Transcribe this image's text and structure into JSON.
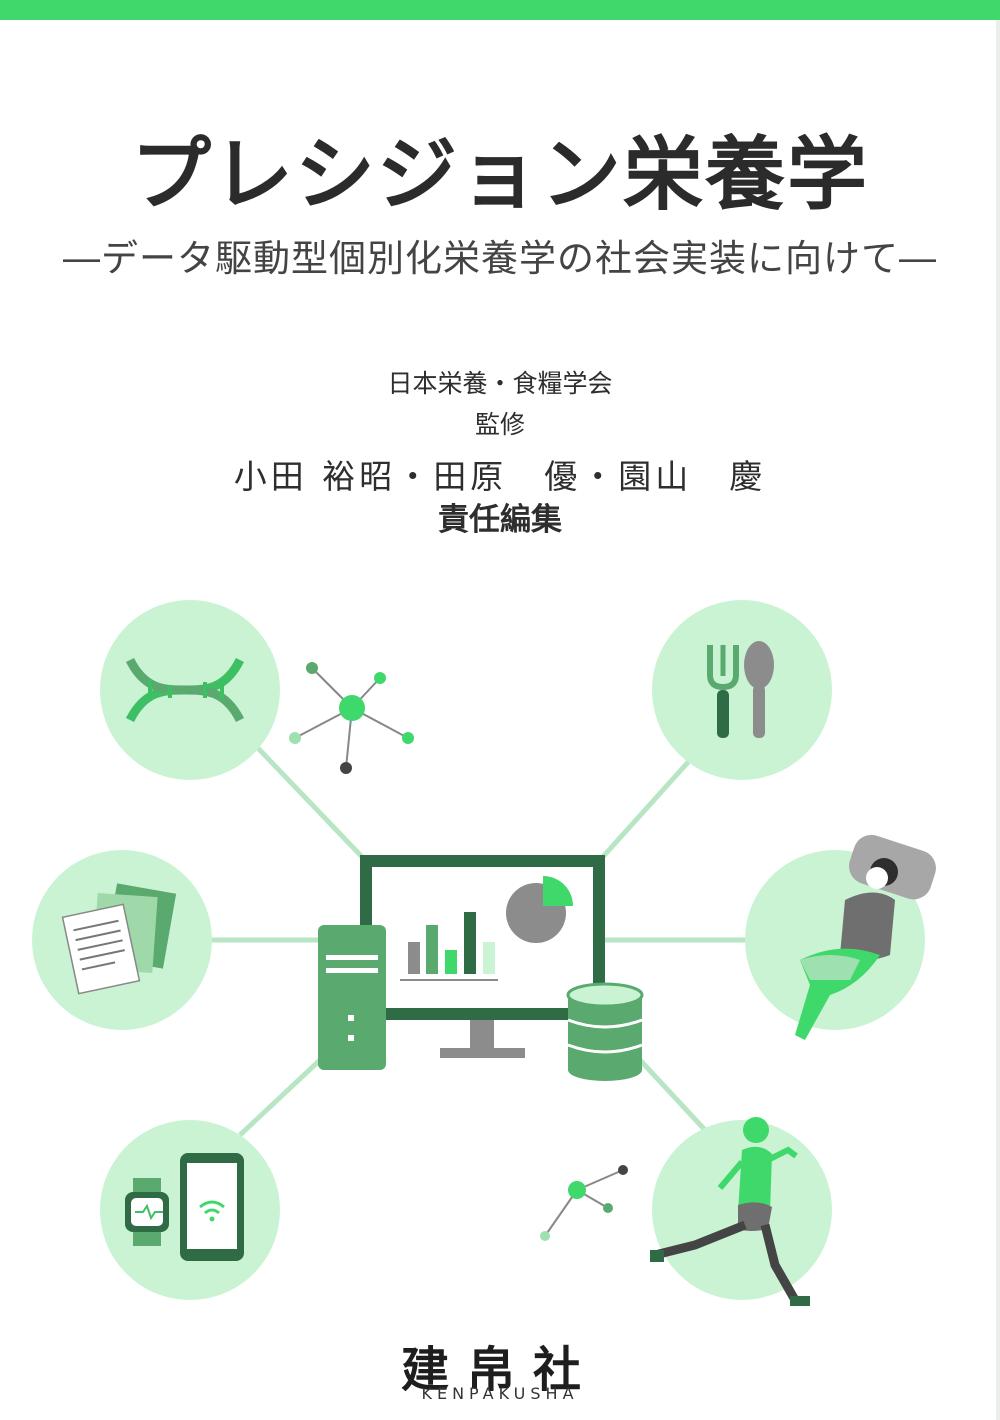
{
  "cover": {
    "title": "プレシジョン栄養学",
    "subtitle": "―データ駆動型個別化栄養学の社会実装に向けて―",
    "society": "日本栄養・食糧学会",
    "supervise": "監修",
    "editors": "小田 裕昭・田原　優・園山　慶",
    "editors_role": "責任編集"
  },
  "publisher": {
    "name_ja": "建帛社",
    "name_en": "KENPAKUSHA"
  },
  "colors": {
    "band": "#3fd86a",
    "circle_fill": "#c9f3d3",
    "line": "#b8e6c4",
    "dark_green": "#2f6b45",
    "mid_green": "#5aaa6f",
    "bright_green": "#3fd86a",
    "gray": "#8c8c8c"
  },
  "illustration": {
    "icons": [
      "dna-icon",
      "fork-spoon-icon",
      "documents-icon",
      "sleeping-person-icon",
      "smartwatch-icon",
      "smartphone-icon",
      "runner-icon",
      "computer-monitor-icon",
      "server-tower-icon",
      "database-icon",
      "network-node-icon"
    ]
  }
}
